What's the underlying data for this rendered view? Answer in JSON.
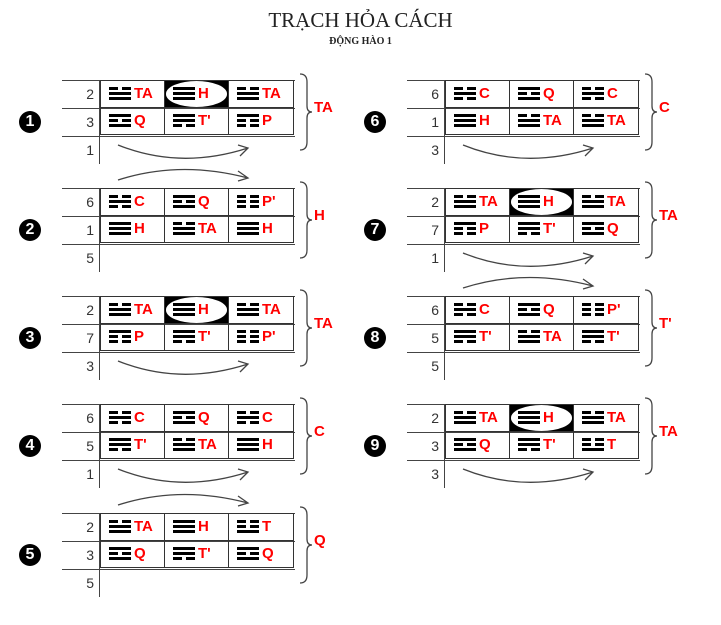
{
  "title": "TRẠCH HỎA CÁCH",
  "subtitle": "ĐỘNG HÀO 1",
  "trigrams": {
    "TA": [
      0,
      1,
      1
    ],
    "H": [
      1,
      1,
      1
    ],
    "Q": [
      1,
      0,
      1
    ],
    "T'": [
      1,
      1,
      0
    ],
    "P": [
      1,
      0,
      0
    ],
    "P'": [
      0,
      0,
      0
    ],
    "C": [
      0,
      1,
      0
    ],
    "T": [
      0,
      0,
      1
    ]
  },
  "panels": [
    {
      "number": "1",
      "rows": [
        {
          "n": "2",
          "cells": [
            "TA",
            "H",
            "TA"
          ]
        },
        {
          "n": "3",
          "cells": [
            "Q",
            "T'",
            "P"
          ]
        }
      ],
      "bottom": "1",
      "result": "TA",
      "arrow": "below",
      "highlight": true
    },
    {
      "number": "2",
      "rows": [
        {
          "n": "6",
          "cells": [
            "C",
            "Q",
            "P'"
          ]
        },
        {
          "n": "1",
          "cells": [
            "H",
            "TA",
            "H"
          ]
        }
      ],
      "bottom": "5",
      "result": "H",
      "arrow": "above",
      "highlight": false
    },
    {
      "number": "3",
      "rows": [
        {
          "n": "2",
          "cells": [
            "TA",
            "H",
            "TA"
          ]
        },
        {
          "n": "7",
          "cells": [
            "P",
            "T'",
            "P'"
          ]
        }
      ],
      "bottom": "3",
      "result": "TA",
      "arrow": "below",
      "highlight": true
    },
    {
      "number": "4",
      "rows": [
        {
          "n": "6",
          "cells": [
            "C",
            "Q",
            "C"
          ]
        },
        {
          "n": "5",
          "cells": [
            "T'",
            "TA",
            "H"
          ]
        }
      ],
      "bottom": "1",
      "result": "C",
      "arrow": "below",
      "highlight": false
    },
    {
      "number": "5",
      "rows": [
        {
          "n": "2",
          "cells": [
            "TA",
            "H",
            "T"
          ]
        },
        {
          "n": "3",
          "cells": [
            "Q",
            "T'",
            "Q"
          ]
        }
      ],
      "bottom": "5",
      "result": "Q",
      "arrow": "above",
      "highlight": false
    },
    {
      "number": "6",
      "rows": [
        {
          "n": "6",
          "cells": [
            "C",
            "Q",
            "C"
          ]
        },
        {
          "n": "1",
          "cells": [
            "H",
            "TA",
            "TA"
          ]
        }
      ],
      "bottom": "3",
      "result": "C",
      "arrow": "below",
      "highlight": false
    },
    {
      "number": "7",
      "rows": [
        {
          "n": "2",
          "cells": [
            "TA",
            "H",
            "TA"
          ]
        },
        {
          "n": "7",
          "cells": [
            "P",
            "T'",
            "Q"
          ]
        }
      ],
      "bottom": "1",
      "result": "TA",
      "arrow": "below",
      "highlight": true
    },
    {
      "number": "8",
      "rows": [
        {
          "n": "6",
          "cells": [
            "C",
            "Q",
            "P'"
          ]
        },
        {
          "n": "5",
          "cells": [
            "T'",
            "TA",
            "T'"
          ]
        }
      ],
      "bottom": "5",
      "result": "T'",
      "arrow": "above",
      "highlight": false
    },
    {
      "number": "9",
      "rows": [
        {
          "n": "2",
          "cells": [
            "TA",
            "H",
            "TA"
          ]
        },
        {
          "n": "3",
          "cells": [
            "Q",
            "T'",
            "T"
          ]
        }
      ],
      "bottom": "3",
      "result": "TA",
      "arrow": "below",
      "highlight": true
    }
  ]
}
